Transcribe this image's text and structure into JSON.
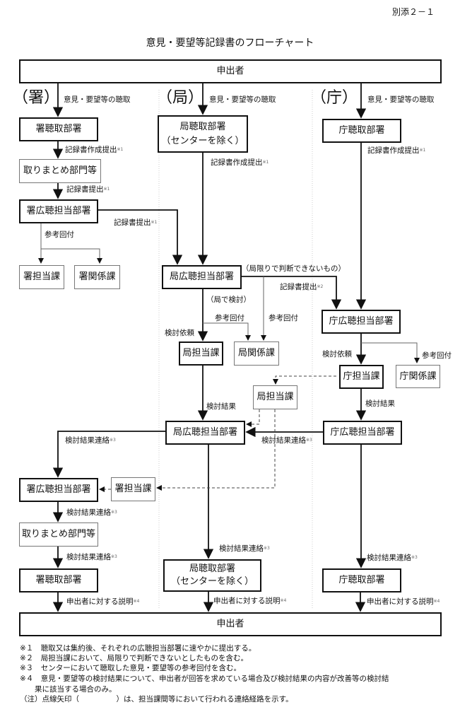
{
  "attachment": "別添２－１",
  "title": "意見・要望等記録書のフローチャート",
  "applicant": "申出者",
  "columns": {
    "sho": "（署）",
    "kyoku": "（局）",
    "cho": "（庁）"
  },
  "boxes": {
    "sho_hearing": "署聴取部署",
    "kyoku_hearing": "局聴取部署",
    "kyoku_hearing_sub": "（センターを除く）",
    "cho_hearing": "庁聴取部署",
    "compile": "取りまとめ部門等",
    "sho_pr": "署広聴担当部署",
    "sho_charge": "署担当課",
    "sho_related": "署関係課",
    "kyoku_pr": "局広聴担当部署",
    "kyoku_charge": "局担当課",
    "kyoku_related": "局関係課",
    "cho_pr": "庁広聴担当部署",
    "cho_charge": "庁担当課",
    "cho_related": "庁関係課"
  },
  "edges": {
    "hearing": "意見・要望等の聴取",
    "create_submit": "記録書作成提出",
    "submit": "記録書提出",
    "reference": "参考回付",
    "cannot_judge": "（局限りで判断できないもの）",
    "kyoku_review": "（局で検討）",
    "review_request": "検討依頼",
    "review_result": "検討結果",
    "result_contact": "検討結果連絡",
    "explain": "申出者に対する説明",
    "m1": "※1",
    "m2": "※2",
    "m3": "※3",
    "m4": "※4"
  },
  "notes": [
    "※１　聴取又は集約後、それぞれの広聴担当部署に速やかに提出する。",
    "※２　局担当課において、局限りで判断できないとしたものを含む。",
    "※３　センターにおいて聴取した意見・要望等の参考回付を含む。",
    "※４　意見・要望等の検討結果について、申出者が回答を求めている場合及び検討結果の内容が改善等の検討結",
    "　　果に該当する場合のみ。",
    "（注）点線矢印（　　　　　）は、担当課間等において行われる連絡経路を示す。"
  ]
}
